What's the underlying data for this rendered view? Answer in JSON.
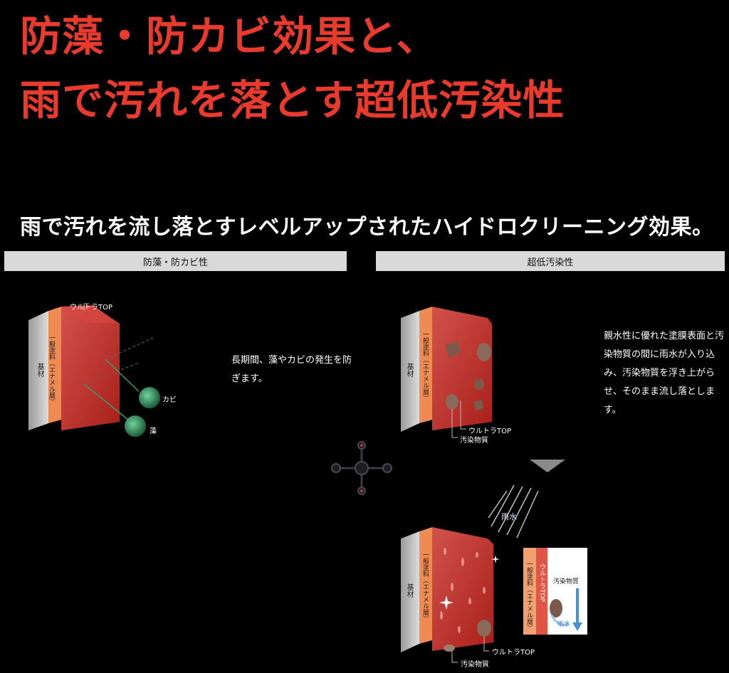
{
  "headline": {
    "line1": "防藻・防カビ効果と、",
    "line2": "雨で汚れを落とす超低汚染性"
  },
  "subheadline": "雨で汚れを流し落とすレベルアップされたハイドロクリーニング効果。",
  "left_section": {
    "bar_label": "防藻・防カビ性",
    "description": "長期間、藻やカビの発生を防ぎます。",
    "labels": {
      "top_coat": "ウルトラTOP",
      "enamel_layer": "一般塗料（エナメル層）",
      "substrate": "基材",
      "mold": "カビ",
      "algae": "藻"
    }
  },
  "right_section": {
    "bar_label": "超低汚染性",
    "description": "親水性に優れた塗膜表面と汚染物質の間に雨水が入り込み、汚染物質を浮き上がらせ、そのまま流し落とします。",
    "labels": {
      "top_coat": "ウルトラTOP",
      "pollutant": "汚染物質",
      "enamel_layer": "一般塗料（エナメル層）",
      "substrate": "基材",
      "rain": "雨水",
      "detail_top": "ウルトラTOP",
      "detail_enamel": "一般塗料（エナメル層）",
      "detail_pollutant": "汚染物質",
      "detail_rain": "雨水"
    }
  },
  "colors": {
    "accent_red": "#e83b2d",
    "bar_gray": "#d9d9d9",
    "background": "#000000"
  }
}
